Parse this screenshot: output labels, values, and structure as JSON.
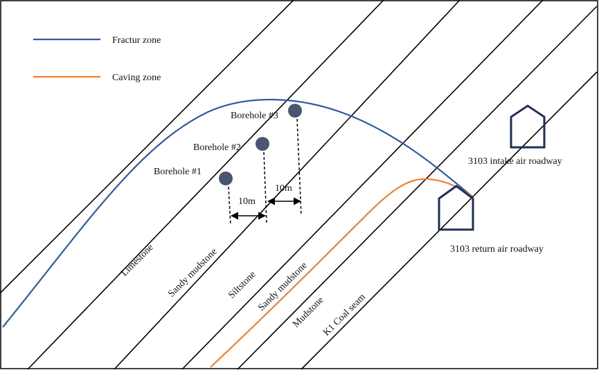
{
  "legend": {
    "fracture_label": "Fractur zone",
    "caving_label": "Caving zone"
  },
  "colors": {
    "fracture_zone": "#2f5aa0",
    "caving_zone": "#f07f32",
    "roadway": "#1f2d5a",
    "borehole": "#4a5670",
    "strata_line": "#000000"
  },
  "strata": [
    {
      "name": "Limestone"
    },
    {
      "name": "Sandy mudstone"
    },
    {
      "name": "Siltstone"
    },
    {
      "name": "Sandy mudstone"
    },
    {
      "name": "Mudstone"
    },
    {
      "name": "K1 Coal seam"
    }
  ],
  "boreholes": [
    {
      "label": "Borehole #1"
    },
    {
      "label": "Borehole #2"
    },
    {
      "label": "Borehole #3"
    }
  ],
  "spacing_labels": [
    "10m",
    "10m"
  ],
  "roadways": {
    "intake": "3103 intake air roadway",
    "return": "3103 return air roadway"
  }
}
